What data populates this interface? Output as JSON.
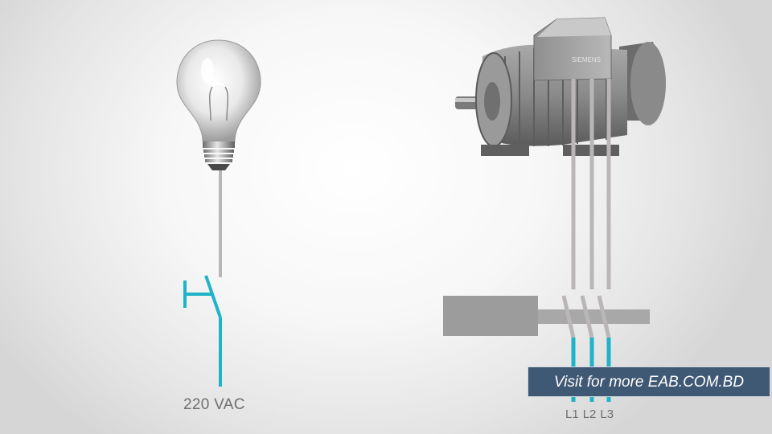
{
  "left_circuit": {
    "voltage_label": "220 VAC"
  },
  "right_circuit": {
    "phase_labels": [
      "L1",
      "L2",
      "L3"
    ],
    "motor_brand": "SIEMENS"
  },
  "watermark": {
    "text": "Visit for more EAB.COM.BD"
  },
  "colors": {
    "conductor_gray": "#bab6b6",
    "conductor_cyan": "#1eb3c7",
    "watermark_bg": "#3f5873"
  },
  "icons": [
    "light-bulb-icon",
    "switch-symbol-icon",
    "induction-motor-icon",
    "contactor-actuator-icon"
  ]
}
